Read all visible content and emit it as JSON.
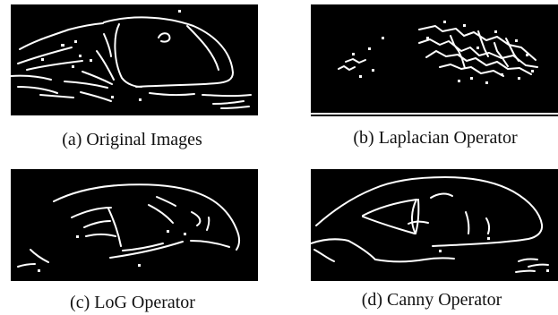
{
  "figure": {
    "panels": [
      {
        "id": "a",
        "caption": "(a) Original Images",
        "image": "original-edge-map"
      },
      {
        "id": "b",
        "caption": "(b) Laplacian Operator",
        "image": "laplacian-edge-map"
      },
      {
        "id": "c",
        "caption": "(c) LoG Operator",
        "image": "log-edge-map"
      },
      {
        "id": "d",
        "caption": "(d) Canny Operator",
        "image": "canny-edge-map"
      }
    ],
    "colors": {
      "background": "#000000",
      "edges": "#ffffff",
      "page": "#ffffff"
    }
  }
}
